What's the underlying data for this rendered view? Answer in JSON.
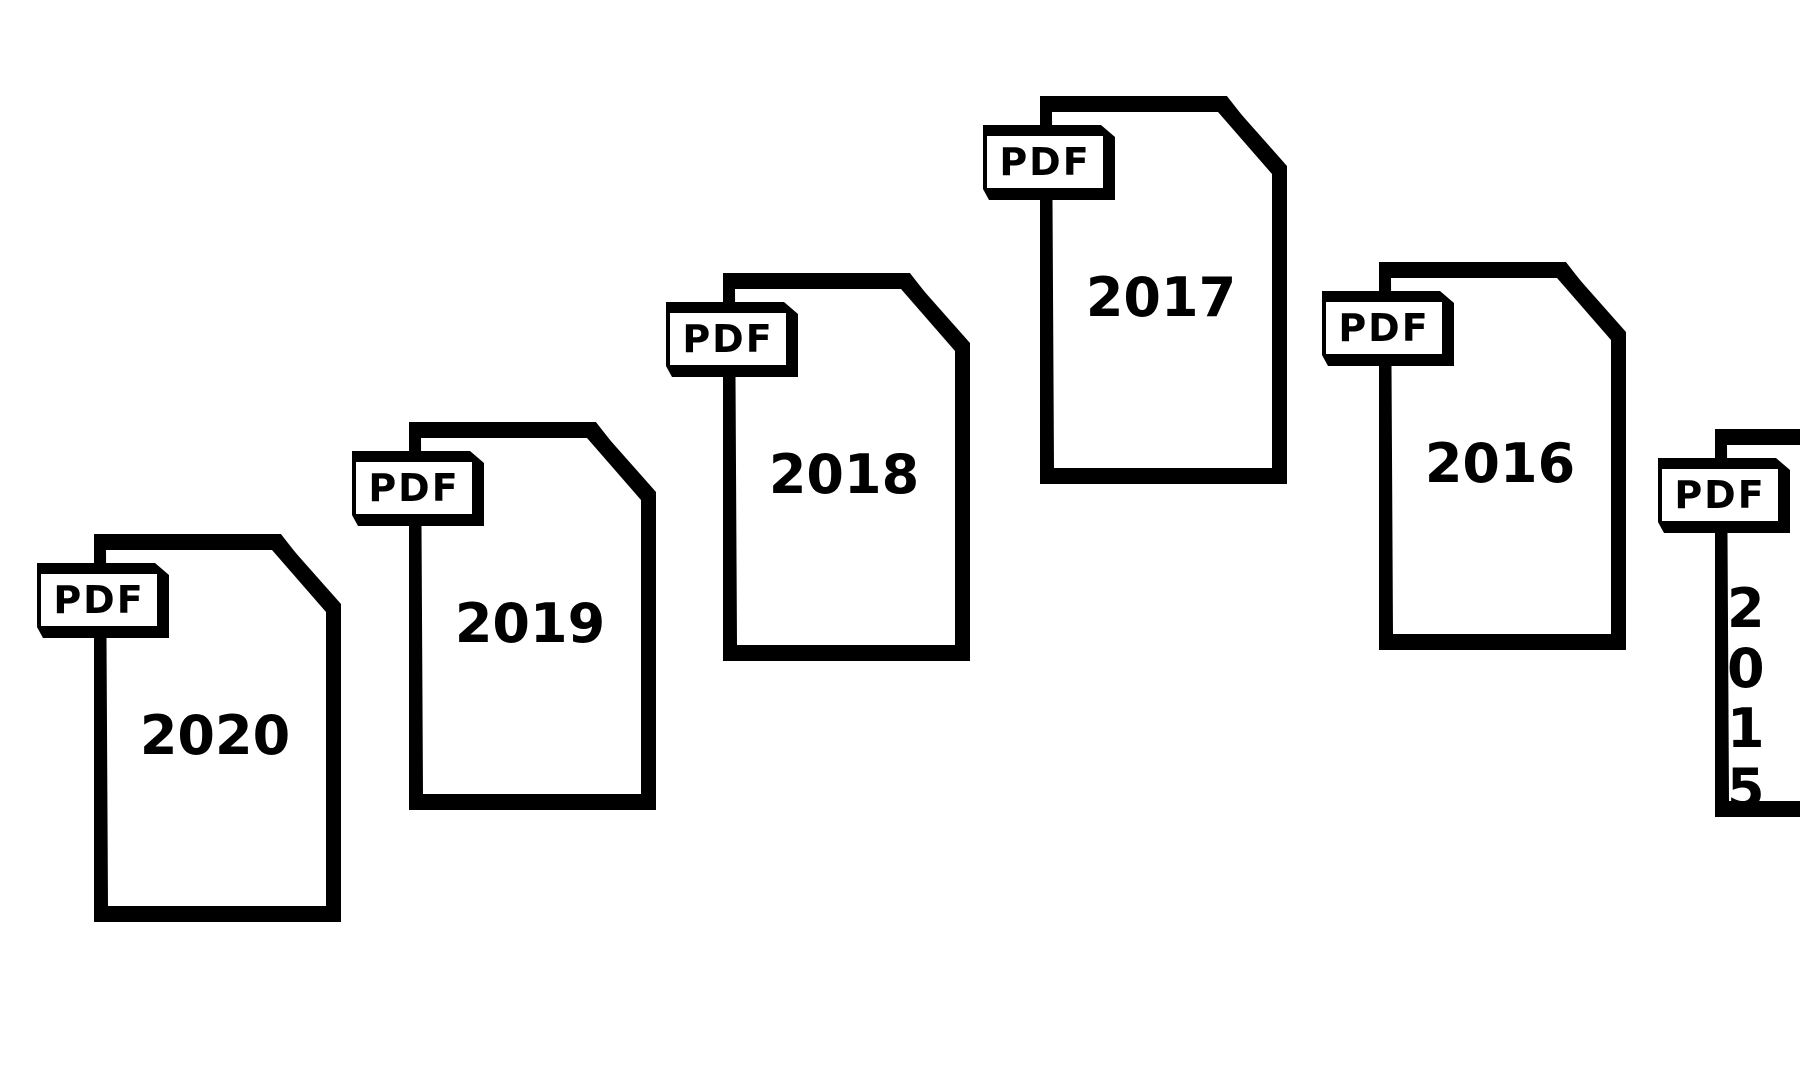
{
  "documents": [
    {
      "tag": "PDF",
      "year": "2020",
      "icon": "pdf-file-icon"
    },
    {
      "tag": "PDF",
      "year": "2019",
      "icon": "pdf-file-icon"
    },
    {
      "tag": "PDF",
      "year": "2018",
      "icon": "pdf-file-icon"
    },
    {
      "tag": "PDF",
      "year": "2017",
      "icon": "pdf-file-icon"
    },
    {
      "tag": "PDF",
      "year": "2016",
      "icon": "pdf-file-icon"
    },
    {
      "tag": "PDF",
      "year": "2015",
      "icon": "pdf-file-icon"
    }
  ],
  "colors": {
    "ink": "#000000",
    "paper": "#ffffff"
  }
}
